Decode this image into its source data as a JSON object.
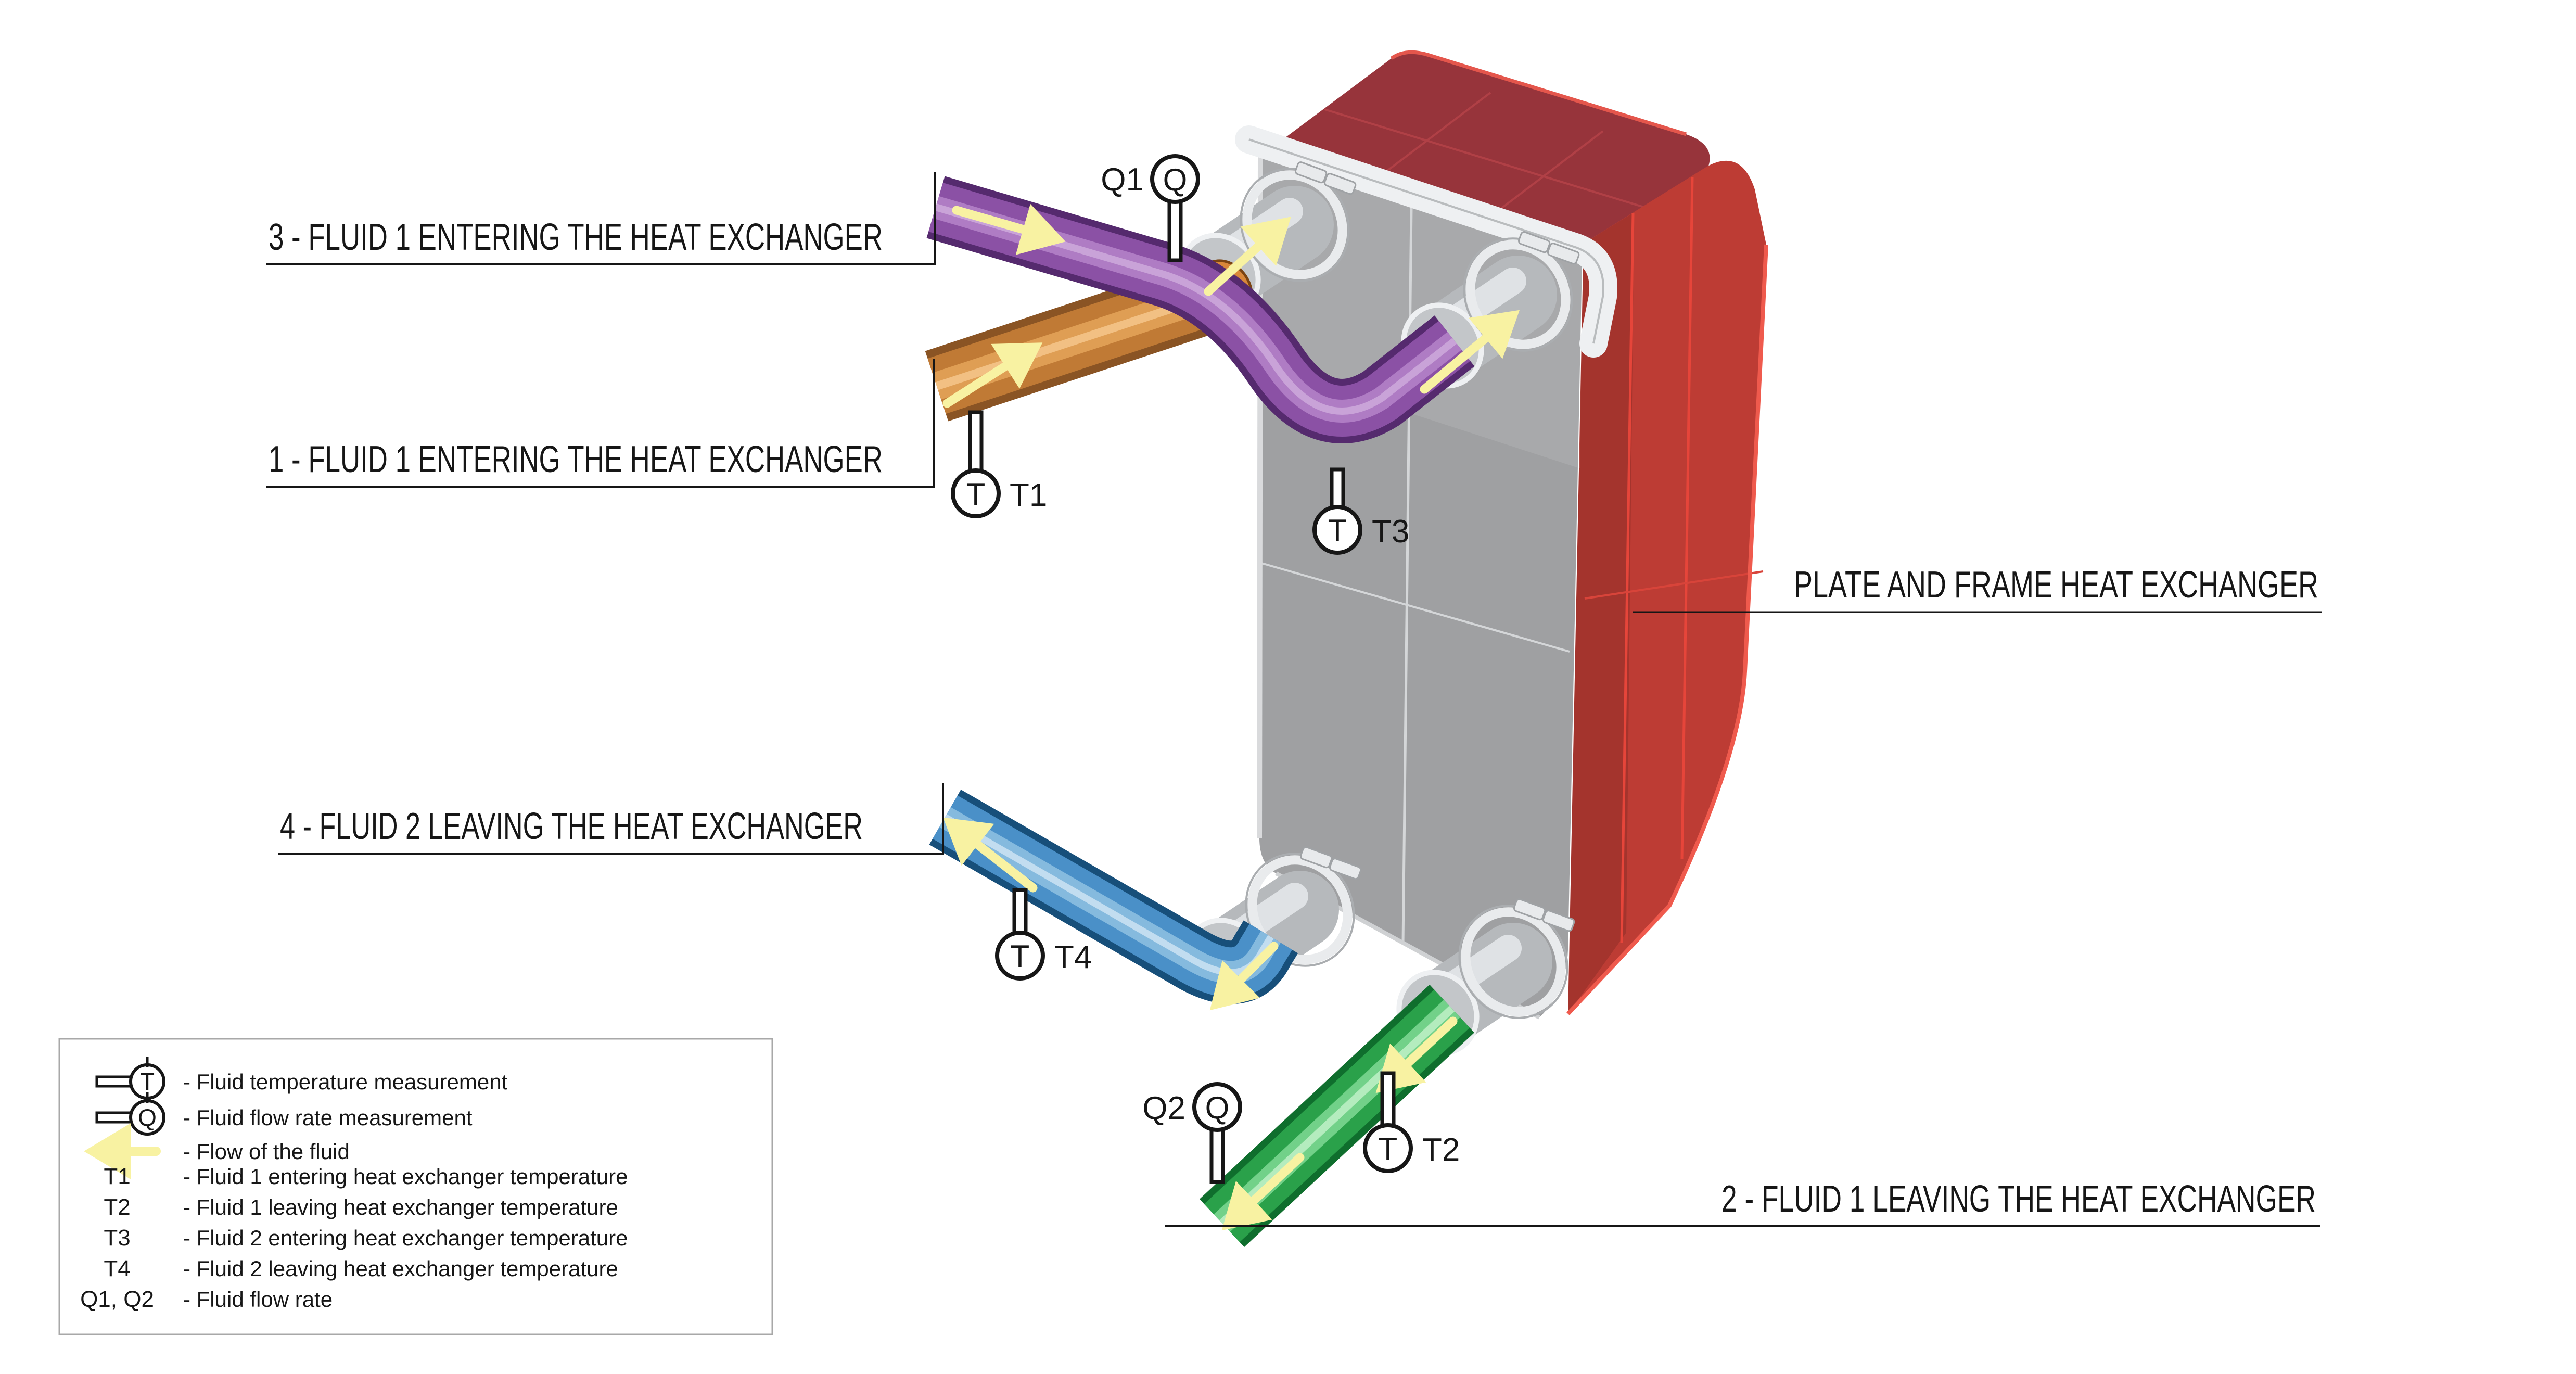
{
  "callouts": {
    "purple_top": "3 - FLUID 1 ENTERING THE HEAT EXCHANGER",
    "orange_mid": "1 - FLUID 1 ENTERING THE HEAT EXCHANGER",
    "blue_lower": "4 - FLUID 2 LEAVING THE HEAT EXCHANGER",
    "green_bottom": "2 - FLUID 1 LEAVING THE HEAT EXCHANGER",
    "equipment": "PLATE AND FRAME HEAT EXCHANGER"
  },
  "sensors": {
    "q1": {
      "tag": "Q1",
      "letter": "Q"
    },
    "t1": {
      "tag": "T1",
      "letter": "T"
    },
    "t3": {
      "tag": "T3",
      "letter": "T"
    },
    "t4": {
      "tag": "T4",
      "letter": "T"
    },
    "q2": {
      "tag": "Q2",
      "letter": "Q"
    },
    "t2": {
      "tag": "T2",
      "letter": "T"
    }
  },
  "legend": {
    "temperature_symbol_letter": "T",
    "flow_symbol_letter": "Q",
    "rows": [
      {
        "key": "",
        "text": "- Fluid temperature measurement"
      },
      {
        "key": "",
        "text": "- Fluid flow rate measurement"
      },
      {
        "key": "",
        "text": "- Flow of the fluid"
      },
      {
        "key": "T1",
        "text": "- Fluid 1 entering heat exchanger temperature"
      },
      {
        "key": "T2",
        "text": "- Fluid 1 leaving heat exchanger temperature"
      },
      {
        "key": "T3",
        "text": "- Fluid 2 entering heat exchanger temperature"
      },
      {
        "key": "T4",
        "text": "- Fluid 2 leaving heat exchanger temperature"
      },
      {
        "key": "Q1, Q2",
        "text": "- Fluid flow rate"
      }
    ]
  },
  "colors": {
    "frame_red": "#bd3c34",
    "frame_red_top": "#97343b",
    "plate_gray": "#9fa0a2",
    "port_silver": "#b6b9bc",
    "purple_pipe": "#8b51a5",
    "orange_pipe": "#c07a35",
    "blue_pipe": "#4a90c8",
    "green_pipe": "#2aa14a",
    "flow_arrow_yellow": "#f8f2a2",
    "line_black": "#161616"
  }
}
